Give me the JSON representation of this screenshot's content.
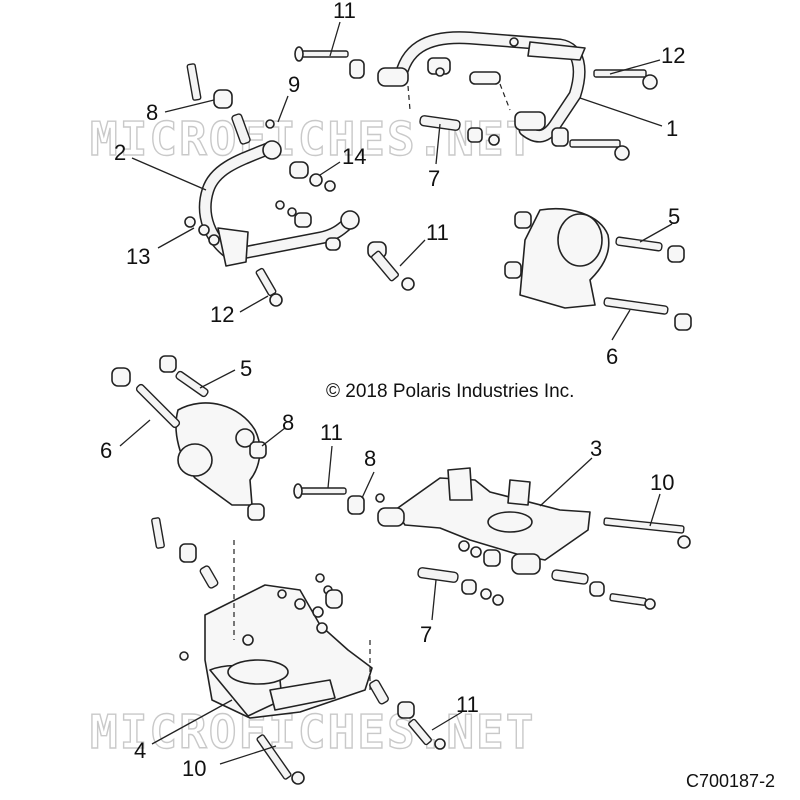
{
  "copyright": "© 2018 Polaris Industries Inc.",
  "drawing_code": "C700187-2",
  "watermark": "MICROFICHES.NET",
  "callouts": [
    {
      "id": "c11a",
      "text": "11"
    },
    {
      "id": "c12a",
      "text": "12"
    },
    {
      "id": "c1",
      "text": "1"
    },
    {
      "id": "c7a",
      "text": "7"
    },
    {
      "id": "c8a",
      "text": "8"
    },
    {
      "id": "c9",
      "text": "9"
    },
    {
      "id": "c2",
      "text": "2"
    },
    {
      "id": "c14",
      "text": "14"
    },
    {
      "id": "c13",
      "text": "13"
    },
    {
      "id": "c11b",
      "text": "11"
    },
    {
      "id": "c12b",
      "text": "12"
    },
    {
      "id": "c5a",
      "text": "5"
    },
    {
      "id": "c6a",
      "text": "6"
    },
    {
      "id": "c5b",
      "text": "5"
    },
    {
      "id": "c6b",
      "text": "6"
    },
    {
      "id": "c8b",
      "text": "8"
    },
    {
      "id": "c11c",
      "text": "11"
    },
    {
      "id": "c8c",
      "text": "8"
    },
    {
      "id": "c3",
      "text": "3"
    },
    {
      "id": "c10a",
      "text": "10"
    },
    {
      "id": "c7b",
      "text": "7"
    },
    {
      "id": "c11d",
      "text": "11"
    },
    {
      "id": "c4",
      "text": "4"
    },
    {
      "id": "c10b",
      "text": "10"
    }
  ]
}
